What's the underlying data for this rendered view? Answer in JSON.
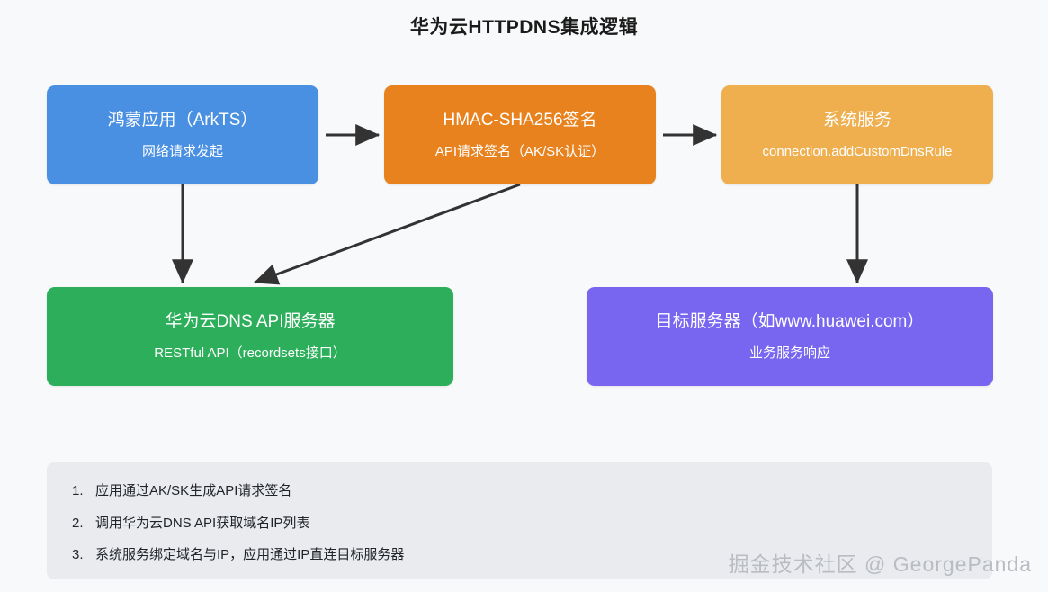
{
  "page": {
    "title": "华为云HTTPDNS集成逻辑",
    "background_color": "#f8f9fa"
  },
  "nodes": [
    {
      "id": "app",
      "title": "鸿蒙应用（ArkTS）",
      "subtitle": "网络请求发起",
      "color": "#4a90e2"
    },
    {
      "id": "sign",
      "title": "HMAC-SHA256签名",
      "subtitle": "API请求签名（AK/SK认证）",
      "color": "#e8821e"
    },
    {
      "id": "sys",
      "title": "系统服务",
      "subtitle": "connection.addCustomDnsRule",
      "color": "#efaf4e"
    },
    {
      "id": "dnsapi",
      "title": "华为云DNS API服务器",
      "subtitle": "RESTful API（recordsets接口）",
      "color": "#2cae5a"
    },
    {
      "id": "target",
      "title": "目标服务器（如www.huawei.com）",
      "subtitle": "业务服务响应",
      "color": "#7865f0"
    }
  ],
  "arrows": [
    {
      "id": "app-to-sign",
      "from": "app",
      "to": "sign",
      "direction": "right"
    },
    {
      "id": "sign-to-sys",
      "from": "sign",
      "to": "sys",
      "direction": "right"
    },
    {
      "id": "app-to-dnsapi",
      "from": "app",
      "to": "dnsapi",
      "direction": "down"
    },
    {
      "id": "sign-to-dnsapi",
      "from": "sign",
      "to": "dnsapi",
      "direction": "diagonal-down-left"
    },
    {
      "id": "sys-to-target",
      "from": "sys",
      "to": "target",
      "direction": "down"
    }
  ],
  "footer": {
    "background_color": "#e9ebef",
    "steps": [
      "应用通过AK/SK生成API请求签名",
      "调用华为云DNS API获取域名IP列表",
      "系统服务绑定域名与IP，应用通过IP直连目标服务器"
    ]
  },
  "watermark": {
    "text": "掘金技术社区 @ GeorgePanda",
    "color": "#b9bcc2"
  }
}
